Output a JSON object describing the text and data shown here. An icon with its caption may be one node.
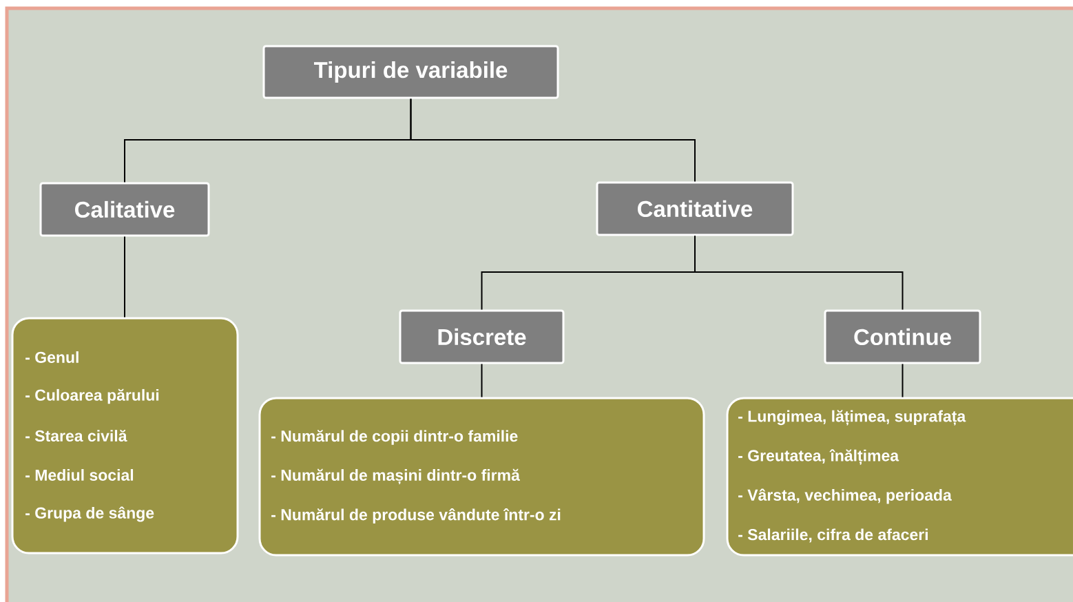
{
  "diagram": {
    "nodes": [
      {
        "text": [
          "Tipuri de variabile"
        ]
      },
      {
        "text": [
          "Calitative"
        ]
      },
      {
        "text": [
          "Cantitative"
        ]
      },
      {
        "text": [
          "Discrete"
        ]
      },
      {
        "text": [
          "Continue"
        ]
      },
      {
        "text": [
          "- Genul",
          "- Culoarea părului",
          "- Starea civilă",
          "- Mediul social",
          "- Grupa de sânge"
        ]
      },
      {
        "text": [
          "- Numărul de copii dintr-o familie",
          "- Numărul de mașini dintr-o firmă",
          "- Numărul de produse vândute într-o zi"
        ]
      },
      {
        "text": [
          "- Lungimea, lățimea, suprafața",
          "- Greutatea, înălțimea",
          "- Vârsta, vechimea, perioada",
          "- Salariile, cifra de afaceri"
        ]
      }
    ],
    "edges": [
      {
        "from": 0,
        "to": 1,
        "arrow": "none"
      },
      {
        "from": 0,
        "to": 2,
        "arrow": "none"
      },
      {
        "from": 2,
        "to": 3,
        "arrow": "none"
      },
      {
        "from": 2,
        "to": 4,
        "arrow": "none"
      },
      {
        "from": 1,
        "to": 5,
        "arrow": "none"
      },
      {
        "from": 3,
        "to": 6,
        "arrow": "none"
      },
      {
        "from": 4,
        "to": 7,
        "arrow": "none"
      }
    ]
  }
}
